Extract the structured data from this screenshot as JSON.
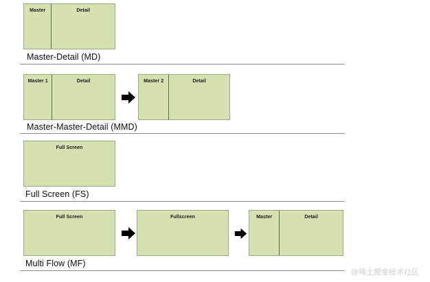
{
  "diagram": {
    "title_hidden": "",
    "colors": {
      "panel_fill": "#d6e1b1",
      "panel_border": "#9aa882",
      "divider": "#5d6b4a",
      "rule": "#8d8d8d",
      "arrow": "#000000",
      "text": "#111111",
      "watermark": "#d2d2d2"
    },
    "rows": [
      {
        "id": "md",
        "caption": "Master-Detail (MD)",
        "boxes": [
          {
            "panes": [
              {
                "label": "Master"
              },
              {
                "label": "Detail"
              }
            ]
          }
        ],
        "arrows": 0
      },
      {
        "id": "mmd",
        "caption": "Master-Master-Detail (MMD)",
        "boxes": [
          {
            "panes": [
              {
                "label": "Master 1"
              },
              {
                "label": "Detail"
              }
            ]
          },
          {
            "panes": [
              {
                "label": "Master 2"
              },
              {
                "label": "Detail"
              }
            ]
          }
        ],
        "arrows": 1
      },
      {
        "id": "fs",
        "caption": "Full Screen (FS)",
        "boxes": [
          {
            "panes": [
              {
                "label": "Full Screen"
              }
            ]
          }
        ],
        "arrows": 0
      },
      {
        "id": "mf",
        "caption": "Multi Flow (MF)",
        "boxes": [
          {
            "panes": [
              {
                "label": "Full Screen"
              }
            ]
          },
          {
            "panes": [
              {
                "label": "Fullscreen"
              }
            ]
          },
          {
            "panes": [
              {
                "label": "Master"
              },
              {
                "label": "Detail"
              }
            ]
          }
        ],
        "arrows": 2
      }
    ]
  },
  "watermark": {
    "text": "@稀土掘金技术社区"
  }
}
